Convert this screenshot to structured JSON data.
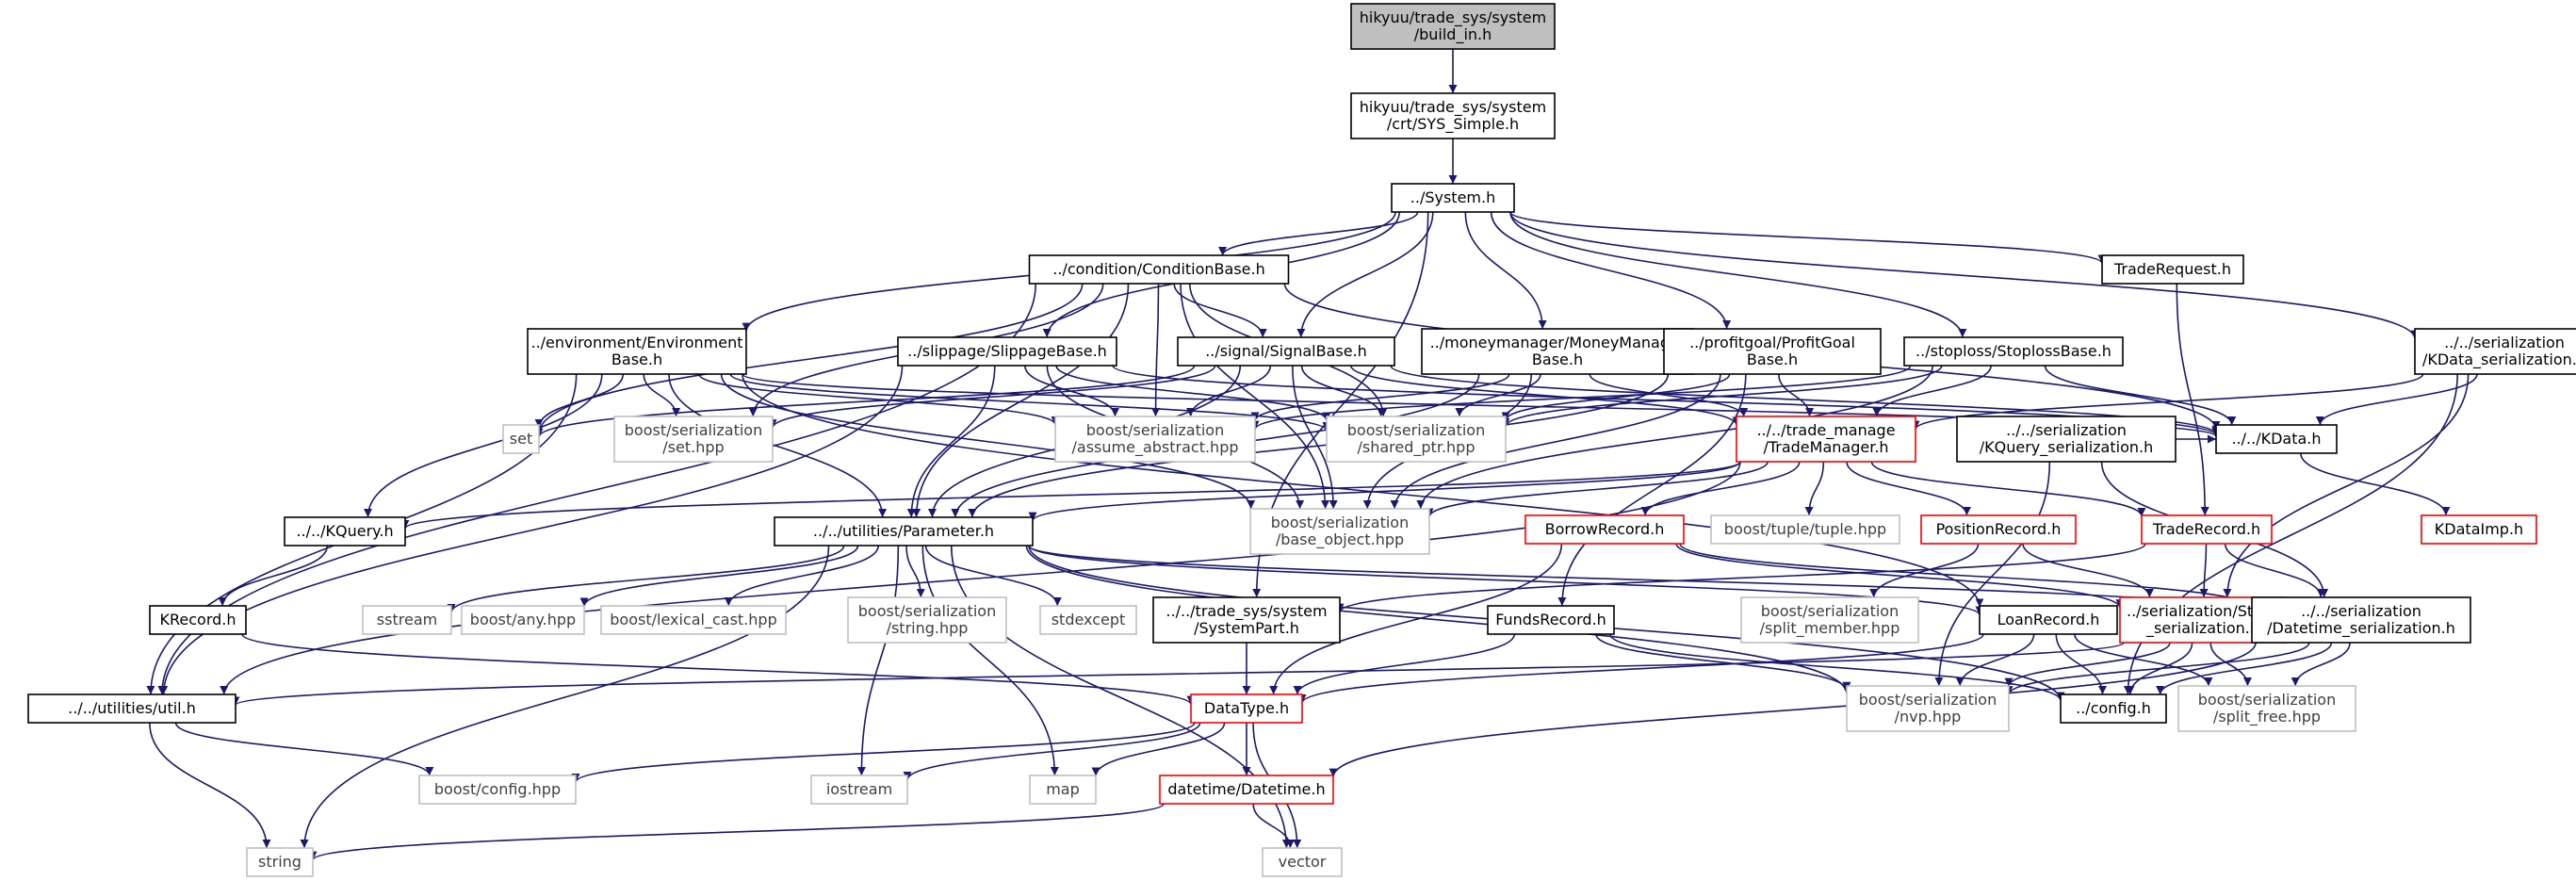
{
  "colors": {
    "edge": "#191970",
    "border_internal": "#000000",
    "border_missing": "#bfbfbf",
    "border_truncated": "#ff0000",
    "root_fill": "#bfbfbf",
    "text_internal": "#000000",
    "text_missing": "#404040"
  },
  "nodes": [
    {
      "id": "build_in",
      "lines": [
        "hikyuu/trade_sys/system",
        "/build_in.h"
      ],
      "kind": "root"
    },
    {
      "id": "sys_simple",
      "lines": [
        "hikyuu/trade_sys/system",
        "/crt/SYS_Simple.h"
      ],
      "kind": "internal"
    },
    {
      "id": "system_h",
      "lines": [
        "../System.h"
      ],
      "kind": "internal"
    },
    {
      "id": "condbase",
      "lines": [
        "../condition/ConditionBase.h"
      ],
      "kind": "internal"
    },
    {
      "id": "tradereq",
      "lines": [
        "TradeRequest.h"
      ],
      "kind": "internal"
    },
    {
      "id": "kdata_ser",
      "lines": [
        "../../serialization",
        "/KData_serialization.h"
      ],
      "kind": "internal"
    },
    {
      "id": "envbase",
      "lines": [
        "../environment/Environment",
        "Base.h"
      ],
      "kind": "internal"
    },
    {
      "id": "slipbase",
      "lines": [
        "../slippage/SlippageBase.h"
      ],
      "kind": "internal"
    },
    {
      "id": "sigbase",
      "lines": [
        "../signal/SignalBase.h"
      ],
      "kind": "internal"
    },
    {
      "id": "mmbase",
      "lines": [
        "../moneymanager/MoneyManager",
        "Base.h"
      ],
      "kind": "internal"
    },
    {
      "id": "pgbase",
      "lines": [
        "../profitgoal/ProfitGoal",
        "Base.h"
      ],
      "kind": "internal"
    },
    {
      "id": "slbase",
      "lines": [
        "../stoploss/StoplossBase.h"
      ],
      "kind": "internal"
    },
    {
      "id": "set",
      "lines": [
        "set"
      ],
      "kind": "missing"
    },
    {
      "id": "boost_set",
      "lines": [
        "boost/serialization",
        "/set.hpp"
      ],
      "kind": "missing"
    },
    {
      "id": "assume_abs",
      "lines": [
        "boost/serialization",
        "/assume_abstract.hpp"
      ],
      "kind": "missing"
    },
    {
      "id": "shared_ptr",
      "lines": [
        "boost/serialization",
        "/shared_ptr.hpp"
      ],
      "kind": "missing"
    },
    {
      "id": "trademgr",
      "lines": [
        "../../trade_manage",
        "/TradeManager.h"
      ],
      "kind": "truncated"
    },
    {
      "id": "kquery_ser",
      "lines": [
        "../../serialization",
        "/KQuery_serialization.h"
      ],
      "kind": "internal"
    },
    {
      "id": "kdata_h",
      "lines": [
        "../../KData.h"
      ],
      "kind": "internal"
    },
    {
      "id": "kquery_h",
      "lines": [
        "../../KQuery.h"
      ],
      "kind": "internal"
    },
    {
      "id": "param_h",
      "lines": [
        "../../utilities/Parameter.h"
      ],
      "kind": "internal"
    },
    {
      "id": "base_obj",
      "lines": [
        "boost/serialization",
        "/base_object.hpp"
      ],
      "kind": "missing"
    },
    {
      "id": "borrowrec",
      "lines": [
        "BorrowRecord.h"
      ],
      "kind": "truncated"
    },
    {
      "id": "tuple",
      "lines": [
        "boost/tuple/tuple.hpp"
      ],
      "kind": "missing"
    },
    {
      "id": "posrec",
      "lines": [
        "PositionRecord.h"
      ],
      "kind": "truncated"
    },
    {
      "id": "traderec",
      "lines": [
        "TradeRecord.h"
      ],
      "kind": "truncated"
    },
    {
      "id": "kdataimp",
      "lines": [
        "KDataImp.h"
      ],
      "kind": "truncated"
    },
    {
      "id": "krecord",
      "lines": [
        "KRecord.h"
      ],
      "kind": "internal"
    },
    {
      "id": "sstream",
      "lines": [
        "sstream"
      ],
      "kind": "missing"
    },
    {
      "id": "any",
      "lines": [
        "boost/any.hpp"
      ],
      "kind": "missing"
    },
    {
      "id": "lexcast",
      "lines": [
        "boost/lexical_cast.hpp"
      ],
      "kind": "missing"
    },
    {
      "id": "string_hpp",
      "lines": [
        "boost/serialization",
        "/string.hpp"
      ],
      "kind": "missing"
    },
    {
      "id": "stdexcept",
      "lines": [
        "stdexcept"
      ],
      "kind": "missing"
    },
    {
      "id": "syspart",
      "lines": [
        "../../trade_sys/system",
        "/SystemPart.h"
      ],
      "kind": "internal"
    },
    {
      "id": "fundsrec",
      "lines": [
        "FundsRecord.h"
      ],
      "kind": "internal"
    },
    {
      "id": "split_mem",
      "lines": [
        "boost/serialization",
        "/split_member.hpp"
      ],
      "kind": "missing"
    },
    {
      "id": "loanrec",
      "lines": [
        "LoanRecord.h"
      ],
      "kind": "internal"
    },
    {
      "id": "stock_ser",
      "lines": [
        "../serialization/Stock",
        "_serialization.h"
      ],
      "kind": "truncated"
    },
    {
      "id": "dt_ser",
      "lines": [
        "../../serialization",
        "/Datetime_serialization.h"
      ],
      "kind": "internal"
    },
    {
      "id": "util_h",
      "lines": [
        "../../utilities/util.h"
      ],
      "kind": "internal"
    },
    {
      "id": "datatype",
      "lines": [
        "DataType.h"
      ],
      "kind": "truncated"
    },
    {
      "id": "nvp",
      "lines": [
        "boost/serialization",
        "/nvp.hpp"
      ],
      "kind": "missing"
    },
    {
      "id": "config_h",
      "lines": [
        "../config.h"
      ],
      "kind": "internal"
    },
    {
      "id": "split_free",
      "lines": [
        "boost/serialization",
        "/split_free.hpp"
      ],
      "kind": "missing"
    },
    {
      "id": "boost_config",
      "lines": [
        "boost/config.hpp"
      ],
      "kind": "missing"
    },
    {
      "id": "iostream",
      "lines": [
        "iostream"
      ],
      "kind": "missing"
    },
    {
      "id": "map",
      "lines": [
        "map"
      ],
      "kind": "missing"
    },
    {
      "id": "datetime",
      "lines": [
        "datetime/Datetime.h"
      ],
      "kind": "truncated"
    },
    {
      "id": "string",
      "lines": [
        "string"
      ],
      "kind": "missing"
    },
    {
      "id": "vector",
      "lines": [
        "vector"
      ],
      "kind": "missing"
    }
  ],
  "edges": [
    [
      "build_in",
      "sys_simple"
    ],
    [
      "sys_simple",
      "system_h"
    ],
    [
      "system_h",
      "condbase"
    ],
    [
      "system_h",
      "tradereq"
    ],
    [
      "system_h",
      "kdata_ser"
    ],
    [
      "system_h",
      "envbase"
    ],
    [
      "system_h",
      "slipbase"
    ],
    [
      "system_h",
      "sigbase"
    ],
    [
      "system_h",
      "mmbase"
    ],
    [
      "system_h",
      "pgbase"
    ],
    [
      "system_h",
      "slbase"
    ],
    [
      "system_h",
      "syspart"
    ],
    [
      "condbase",
      "set"
    ],
    [
      "condbase",
      "boost_set"
    ],
    [
      "condbase",
      "assume_abs"
    ],
    [
      "condbase",
      "shared_ptr"
    ],
    [
      "condbase",
      "kdata_h"
    ],
    [
      "condbase",
      "param_h"
    ],
    [
      "condbase",
      "base_obj"
    ],
    [
      "condbase",
      "util_h"
    ],
    [
      "condbase",
      "sigbase"
    ],
    [
      "tradereq",
      "traderec"
    ],
    [
      "kdata_ser",
      "kdata_h"
    ],
    [
      "kdata_ser",
      "trademgr"
    ],
    [
      "kdata_ser",
      "stock_ser"
    ],
    [
      "kdata_ser",
      "config_h"
    ],
    [
      "envbase",
      "set"
    ],
    [
      "envbase",
      "boost_set"
    ],
    [
      "envbase",
      "assume_abs"
    ],
    [
      "envbase",
      "shared_ptr"
    ],
    [
      "envbase",
      "kquery_h"
    ],
    [
      "envbase",
      "param_h"
    ],
    [
      "envbase",
      "base_obj"
    ],
    [
      "envbase",
      "util_h"
    ],
    [
      "envbase",
      "kdata_h"
    ],
    [
      "envbase",
      "loanrec"
    ],
    [
      "slipbase",
      "assume_abs"
    ],
    [
      "slipbase",
      "shared_ptr"
    ],
    [
      "slipbase",
      "param_h"
    ],
    [
      "slipbase",
      "base_obj"
    ],
    [
      "slipbase",
      "util_h"
    ],
    [
      "slipbase",
      "kdata_h"
    ],
    [
      "sigbase",
      "set"
    ],
    [
      "sigbase",
      "boost_set"
    ],
    [
      "sigbase",
      "assume_abs"
    ],
    [
      "sigbase",
      "shared_ptr"
    ],
    [
      "sigbase",
      "param_h"
    ],
    [
      "sigbase",
      "base_obj"
    ],
    [
      "sigbase",
      "trademgr"
    ],
    [
      "sigbase",
      "kdata_h"
    ],
    [
      "mmbase",
      "assume_abs"
    ],
    [
      "mmbase",
      "shared_ptr"
    ],
    [
      "mmbase",
      "param_h"
    ],
    [
      "mmbase",
      "base_obj"
    ],
    [
      "mmbase",
      "trademgr"
    ],
    [
      "pgbase",
      "shared_ptr"
    ],
    [
      "pgbase",
      "param_h"
    ],
    [
      "pgbase",
      "trademgr"
    ],
    [
      "pgbase",
      "base_obj"
    ],
    [
      "pgbase",
      "fundsrec"
    ],
    [
      "slbase",
      "assume_abs"
    ],
    [
      "slbase",
      "shared_ptr"
    ],
    [
      "slbase",
      "trademgr"
    ],
    [
      "slbase",
      "kdata_h"
    ],
    [
      "slbase",
      "base_obj"
    ],
    [
      "trademgr",
      "kquery_h"
    ],
    [
      "trademgr",
      "param_h"
    ],
    [
      "trademgr",
      "base_obj"
    ],
    [
      "trademgr",
      "tuple"
    ],
    [
      "trademgr",
      "borrowrec"
    ],
    [
      "trademgr",
      "posrec"
    ],
    [
      "trademgr",
      "traderec"
    ],
    [
      "trademgr",
      "util_h"
    ],
    [
      "kquery_ser",
      "kdata_h"
    ],
    [
      "kquery_ser",
      "nvp"
    ],
    [
      "kquery_ser",
      "dt_ser"
    ],
    [
      "kdata_h",
      "kdataimp"
    ],
    [
      "kquery_h",
      "krecord"
    ],
    [
      "krecord",
      "datatype"
    ],
    [
      "param_h",
      "sstream"
    ],
    [
      "param_h",
      "any"
    ],
    [
      "param_h",
      "lexcast"
    ],
    [
      "param_h",
      "string_hpp"
    ],
    [
      "param_h",
      "stdexcept"
    ],
    [
      "param_h",
      "map"
    ],
    [
      "param_h",
      "vector"
    ],
    [
      "param_h",
      "string"
    ],
    [
      "param_h",
      "iostream"
    ],
    [
      "param_h",
      "nvp"
    ],
    [
      "param_h",
      "config_h"
    ],
    [
      "param_h",
      "dt_ser"
    ],
    [
      "param_h",
      "loanrec"
    ],
    [
      "borrowrec",
      "datatype"
    ],
    [
      "borrowrec",
      "stock_ser"
    ],
    [
      "borrowrec",
      "dt_ser"
    ],
    [
      "posrec",
      "stock_ser"
    ],
    [
      "posrec",
      "split_mem"
    ],
    [
      "traderec",
      "syspart"
    ],
    [
      "traderec",
      "stock_ser"
    ],
    [
      "traderec",
      "dt_ser"
    ],
    [
      "syspart",
      "datatype"
    ],
    [
      "fundsrec",
      "datatype"
    ],
    [
      "fundsrec",
      "nvp"
    ],
    [
      "fundsrec",
      "config_h"
    ],
    [
      "loanrec",
      "datatype"
    ],
    [
      "loanrec",
      "nvp"
    ],
    [
      "loanrec",
      "config_h"
    ],
    [
      "loanrec",
      "split_free"
    ],
    [
      "stock_ser",
      "nvp"
    ],
    [
      "stock_ser",
      "config_h"
    ],
    [
      "stock_ser",
      "split_free"
    ],
    [
      "stock_ser",
      "util_h"
    ],
    [
      "dt_ser",
      "nvp"
    ],
    [
      "dt_ser",
      "config_h"
    ],
    [
      "dt_ser",
      "split_free"
    ],
    [
      "dt_ser",
      "datetime"
    ],
    [
      "util_h",
      "string"
    ],
    [
      "util_h",
      "boost_config"
    ],
    [
      "datatype",
      "boost_config"
    ],
    [
      "datatype",
      "iostream"
    ],
    [
      "datatype",
      "map"
    ],
    [
      "datatype",
      "datetime"
    ],
    [
      "datatype",
      "vector"
    ],
    [
      "datetime",
      "string"
    ],
    [
      "datetime",
      "vector"
    ]
  ]
}
